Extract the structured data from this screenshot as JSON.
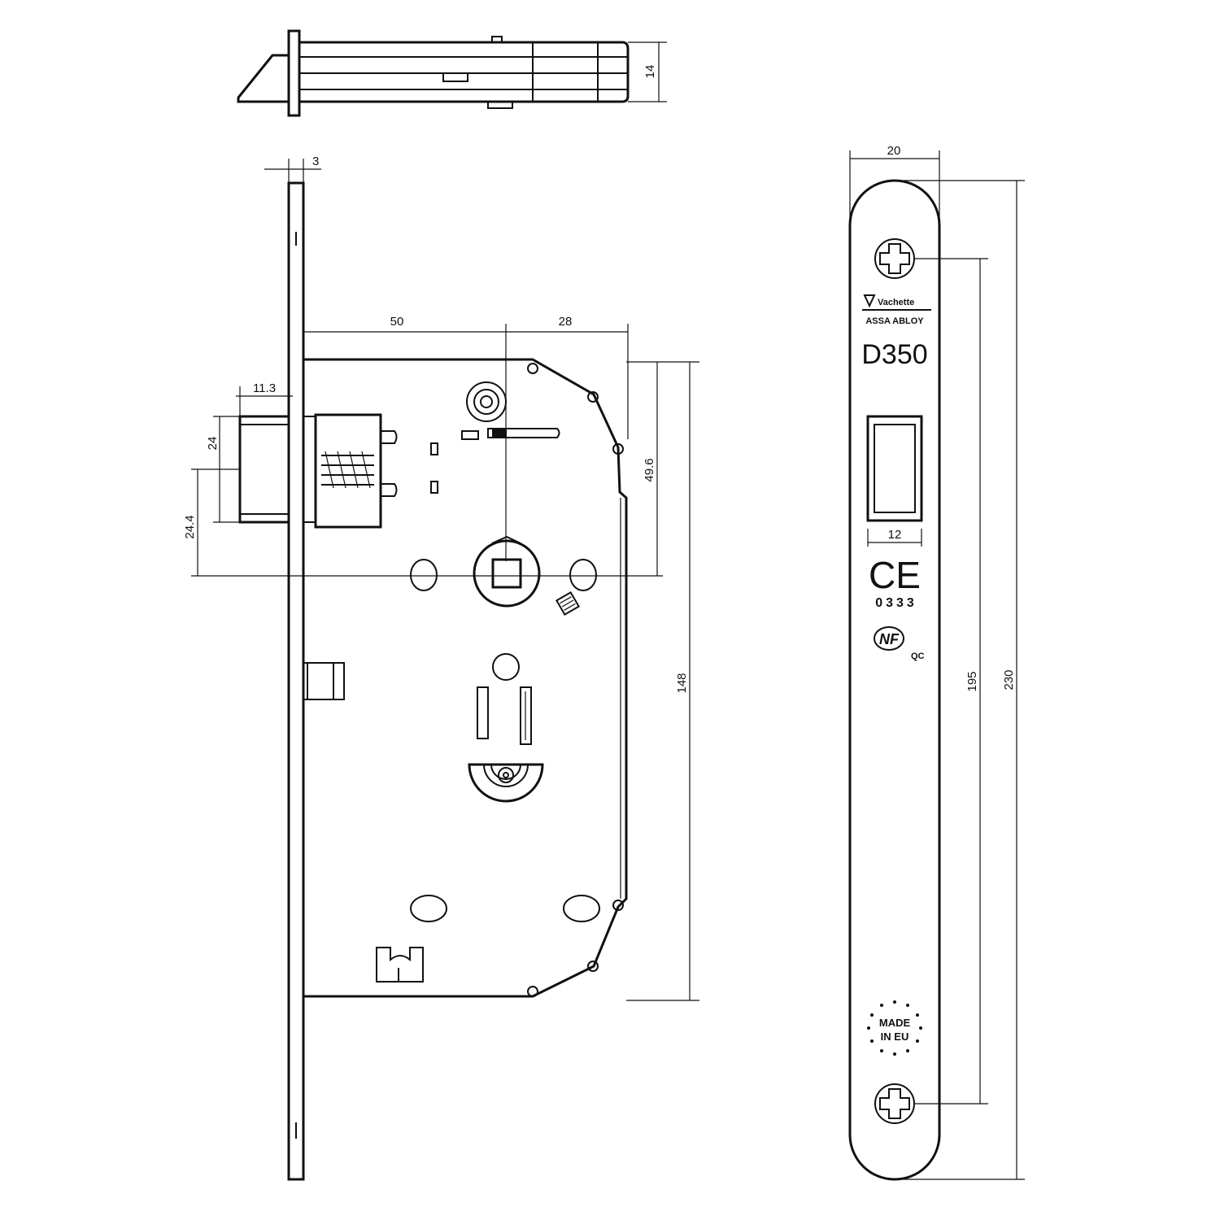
{
  "drawing": {
    "dimensions": {
      "top_thickness": "14",
      "faceplate_thickness": "3",
      "backset": "50",
      "spindle_to_edge": "28",
      "latch_projection": "11.3",
      "latch_height": "24",
      "latch_to_spindle": "24.4",
      "latch_center_to_spindle": "49.6",
      "case_height": "148",
      "faceplate_width": "20",
      "screw_spacing": "195",
      "faceplate_length": "230",
      "latch_opening_width": "12"
    },
    "faceplate_markings": {
      "brand": "Vachette",
      "group": "ASSA ABLOY",
      "model": "D350",
      "ce_mark": "CE",
      "ce_code": "0333",
      "nf_mark": "NF",
      "nf_sub": "QC",
      "made_in_1": "MADE",
      "made_in_2": "IN EU"
    }
  }
}
